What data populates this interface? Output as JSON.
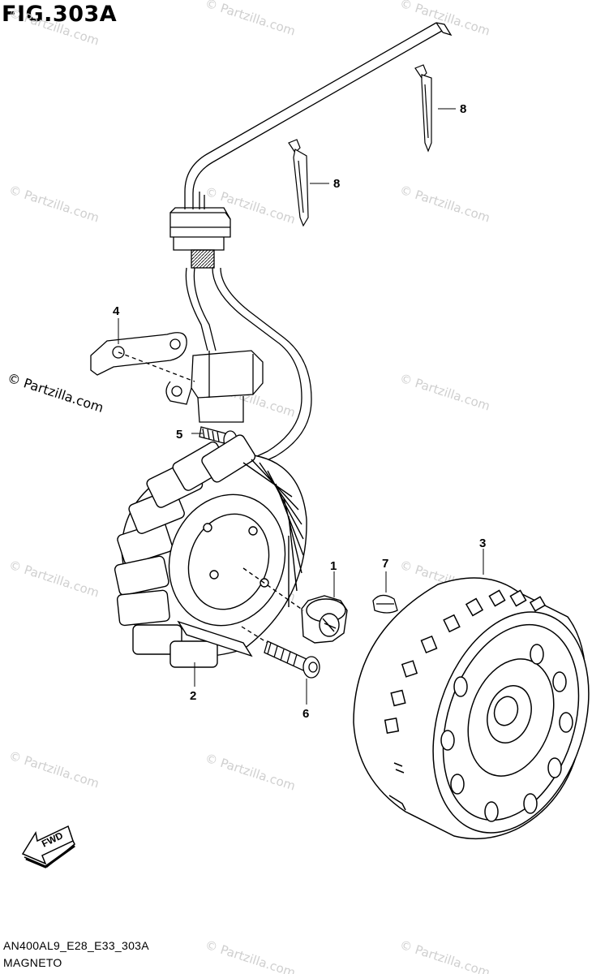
{
  "figure": {
    "title": "FIG.303A",
    "model_code": "AN400AL9_E28_E33_303A",
    "name": "MAGNETO"
  },
  "watermark": "© Partzilla.com",
  "direction_arrow": "FWD",
  "callouts": [
    "1",
    "2",
    "3",
    "4",
    "5",
    "6",
    "7",
    "8",
    "8"
  ],
  "colors": {
    "line": "#000000",
    "watermark": "#cfcfcf",
    "background": "#ffffff"
  }
}
